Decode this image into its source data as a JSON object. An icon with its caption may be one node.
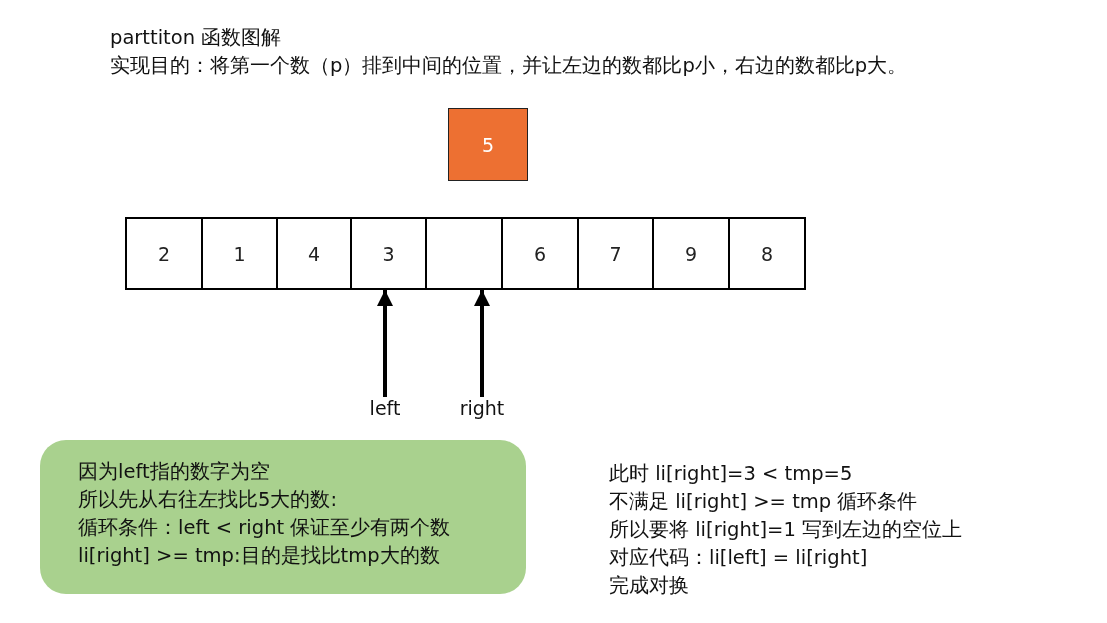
{
  "diagram": {
    "title": "parttiton 函数图解",
    "nodes": [
      {
        "text": [
          "5"
        ]
      },
      {
        "text": [
          "2"
        ]
      },
      {
        "text": [
          "1"
        ]
      },
      {
        "text": [
          "4"
        ]
      },
      {
        "text": [
          "3"
        ]
      },
      {
        "text": [],
        "shape": "box"
      },
      {
        "text": [
          "6"
        ]
      },
      {
        "text": [
          "7"
        ]
      },
      {
        "text": [
          "9"
        ]
      },
      {
        "text": [
          "8"
        ]
      },
      {
        "text": [
          "left"
        ]
      },
      {
        "text": [
          "right"
        ]
      },
      {
        "text": [
          "因为left指的数字为空",
          "所以先从右往左找比5大的数:",
          "循环条件：left < right  保证至少有两个数",
          "li[right] >= tmp:目的是找比tmp大的数"
        ]
      }
    ],
    "edges": [
      {
        "from": 10,
        "to": 4,
        "arrow": "to"
      },
      {
        "from": 11,
        "to": 5,
        "arrow": "to"
      }
    ],
    "labels": [
      "实现目的：将第一个数（p）排到中间的位置，并让左边的数都比p小，右边的数都比p大。",
      "此时 li[right]=3 < tmp=5",
      "不满足 li[right] >= tmp 循环条件",
      "所以要将 li[right]=1 写到左边的空位上",
      "对应代码：li[left] = li[right]",
      "完成对换"
    ]
  }
}
